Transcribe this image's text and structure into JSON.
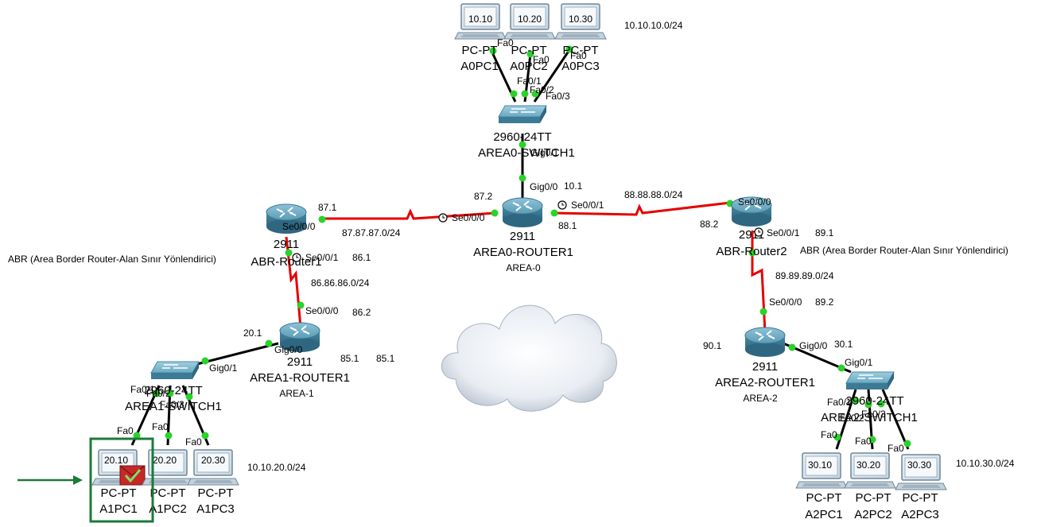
{
  "colors": {
    "ethernet": "#000000",
    "serial": "#e60000",
    "port_up": "#2ad22a",
    "highlight": "#1b7a3a",
    "device": "#3e8cab"
  },
  "icons": {
    "router": "router-icon",
    "switch": "switch-icon",
    "pc": "pc-icon",
    "cloud": "cloud-icon",
    "clock": "clock-icon",
    "arrow": "arrow-icon",
    "pdu": "pdu-success-icon"
  },
  "texts": {
    "pc_a0_1_mon": "10.10",
    "pc_a0_2_mon": "10.20",
    "pc_a0_3_mon": "10.30",
    "net_area0_lan": "10.10.10.0/24",
    "pc_model_a0_1": "PC-PT",
    "pc_model_a0_2": "PC-PT",
    "pc_model_a0_3": "PC-PT",
    "pc_a0_1_name": "A0PC1",
    "pc_a0_2_name": "A0PC2",
    "pc_a0_3_name": "A0PC3",
    "pc_a0_1_port": "Fa0",
    "pc_a0_2_port": "Fa0",
    "pc_a0_3_port": "Fa0",
    "sw0_p1": "Fa0/1",
    "sw0_p2": "Fa0/2",
    "sw0_p3": "Fa0/3",
    "sw0_model": "2960-24TT",
    "sw0_name": "AREA0-SWITCH1",
    "sw0_up": "Gig0/1",
    "r0_gig": "Gig0/0",
    "r0_gig_ip": "10.1",
    "r0_se1": "Se0/0/0",
    "r0_se1_ip": "87.2",
    "r0_se2": "Se0/0/1",
    "r0_se2_ip": "88.1",
    "r0_model": "2911",
    "r0_name": "AREA0-ROUTER1",
    "r0_area": "AREA-0",
    "net_87": "87.87.87.0/24",
    "net_88": "88.88.88.0/24",
    "abr1_se0": "Se0/0/0",
    "abr1_se0_ip": "87.1",
    "abr1_model": "2911",
    "abr1_name": "ABR-Router1",
    "abr1_se1": "Se0/0/1",
    "abr1_se1_ip": "86.1",
    "abr_desc_left": "ABR (Area Border Router-Alan Sınır Yönlendirici)",
    "net_86": "86.86.86.0/24",
    "abr2_se0": "Se0/0/0",
    "abr2_se0_ip": "88.2",
    "abr2_model": "2911",
    "abr2_se1": "Se0/0/1",
    "abr2_se1_ip": "89.1",
    "abr2_name": "ABR-Router2",
    "abr_desc_right": "ABR (Area Border Router-Alan Sınır Yönlendirici)",
    "net_89": "89.89.89.0/24",
    "r1_se": "Se0/0/0",
    "r1_se_ip": "86.2",
    "r1_gig_ip": "20.1",
    "r1_gig": "Gig0/0",
    "r1_x1": "85.1",
    "r1_x2": "85.1",
    "r1_model": "2911",
    "r1_name": "AREA1-ROUTER1",
    "r1_area": "AREA-1",
    "sw1_up": "Gig0/1",
    "sw1_model": "2960-24TT",
    "sw1_name": "AREA1-SWITCH1",
    "sw1_p1": "Fa0/1",
    "sw1_p2": "Fa0/2",
    "sw1_p3": "Fa0/3",
    "pc_a1_1_port": "Fa0",
    "pc_a1_2_port": "Fa0",
    "pc_a1_3_port": "Fa0",
    "pc_a1_1_mon": "20.10",
    "pc_a1_2_mon": "20.20",
    "pc_a1_3_mon": "20.30",
    "net_area1_lan": "10.10.20.0/24",
    "pc_model_a1_1": "PC-PT",
    "pc_model_a1_2": "PC-PT",
    "pc_model_a1_3": "PC-PT",
    "pc_a1_1_name": "A1PC1",
    "pc_a1_2_name": "A1PC2",
    "pc_a1_3_name": "A1PC3",
    "r2_se": "Se0/0/0",
    "r2_se_ip": "89.2",
    "r2_gig_ip2": "90.1",
    "r2_gig": "Gig0/0",
    "r2_gig_ip": "30.1",
    "r2_model": "2911",
    "r2_name": "AREA2-ROUTER1",
    "r2_area": "AREA-2",
    "sw2_up": "Gig0/1",
    "sw2_model": "2960-24TT",
    "sw2_name": "AREA2-SWITCH1",
    "sw2_p1": "Fa0/1",
    "sw2_p2": "Fa0/2",
    "sw2_p3": "Fa0/3",
    "pc_a2_1_port": "Fa0",
    "pc_a2_2_port": "Fa0",
    "pc_a2_3_port": "Fa0",
    "pc_a2_1_mon": "30.10",
    "pc_a2_2_mon": "30.20",
    "pc_a2_3_mon": "30.30",
    "net_area2_lan": "10.10.30.0/24",
    "pc_model_a2_1": "PC-PT",
    "pc_model_a2_2": "PC-PT",
    "pc_model_a2_3": "PC-PT",
    "pc_a2_1_name": "A2PC1",
    "pc_a2_2_name": "A2PC2",
    "pc_a2_3_name": "A2PC3"
  }
}
